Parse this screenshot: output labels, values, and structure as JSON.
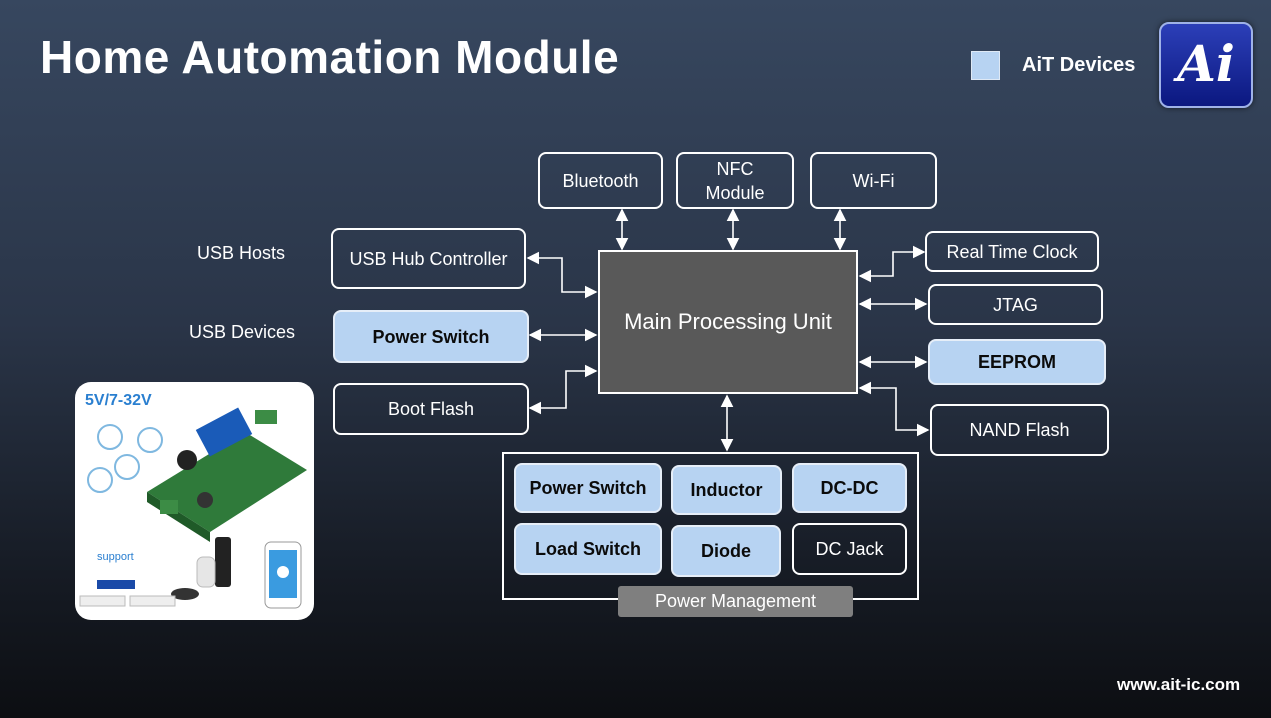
{
  "title": "Home Automation Module",
  "legend": {
    "label": "AiT Devices",
    "color": "#b7d3f2"
  },
  "logo": {
    "text": "Ai"
  },
  "labels": {
    "usb_hosts": "USB Hosts",
    "usb_devices": "USB Devices"
  },
  "top_boxes": {
    "bluetooth": "Bluetooth",
    "nfc": "NFC Module",
    "wifi": "Wi-Fi"
  },
  "left_boxes": {
    "usb_hub": "USB Hub Controller",
    "power_switch": "Power Switch",
    "boot_flash": "Boot Flash"
  },
  "right_boxes": {
    "rtc": "Real Time Clock",
    "jtag": "JTAG",
    "eeprom": "EEPROM",
    "nand": "NAND Flash"
  },
  "mpu": "Main Processing Unit",
  "power_management": {
    "label": "Power Management",
    "items": {
      "power_switch": "Power Switch",
      "inductor": "Inductor",
      "dcdc": "DC-DC",
      "load_switch": "Load Switch",
      "diode": "Diode",
      "dc_jack": "DC Jack"
    }
  },
  "photo": {
    "voltage": "5V/7-32V"
  },
  "footer": {
    "url": "www.ait-ic.com"
  }
}
